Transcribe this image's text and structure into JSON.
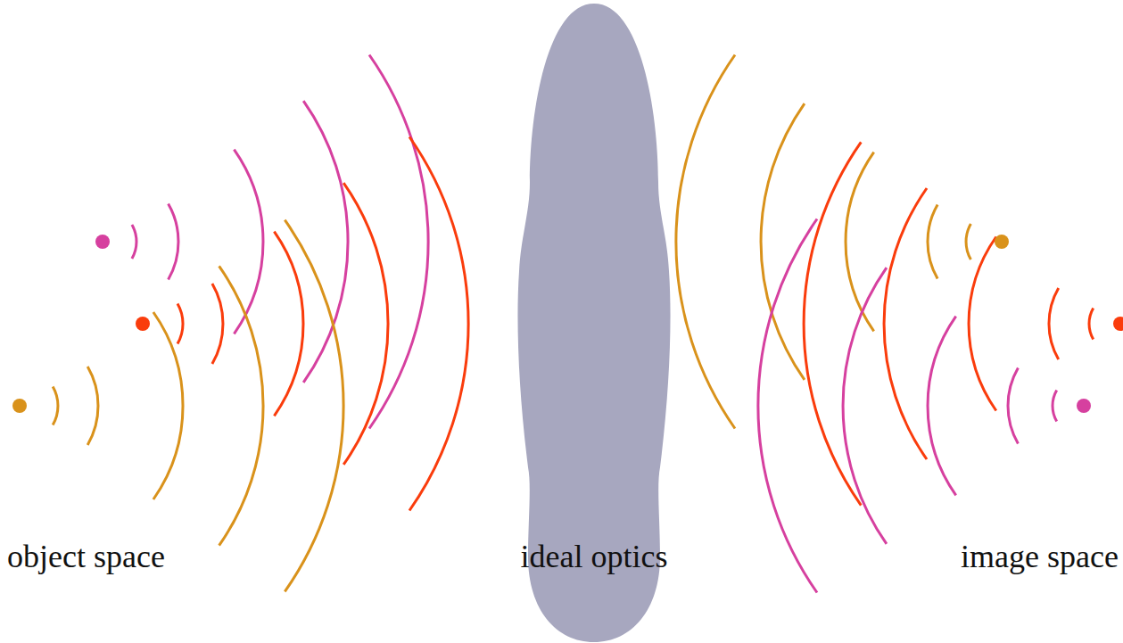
{
  "diagram": {
    "labels": [
      "object space",
      "ideal optics",
      "image space"
    ]
  }
}
